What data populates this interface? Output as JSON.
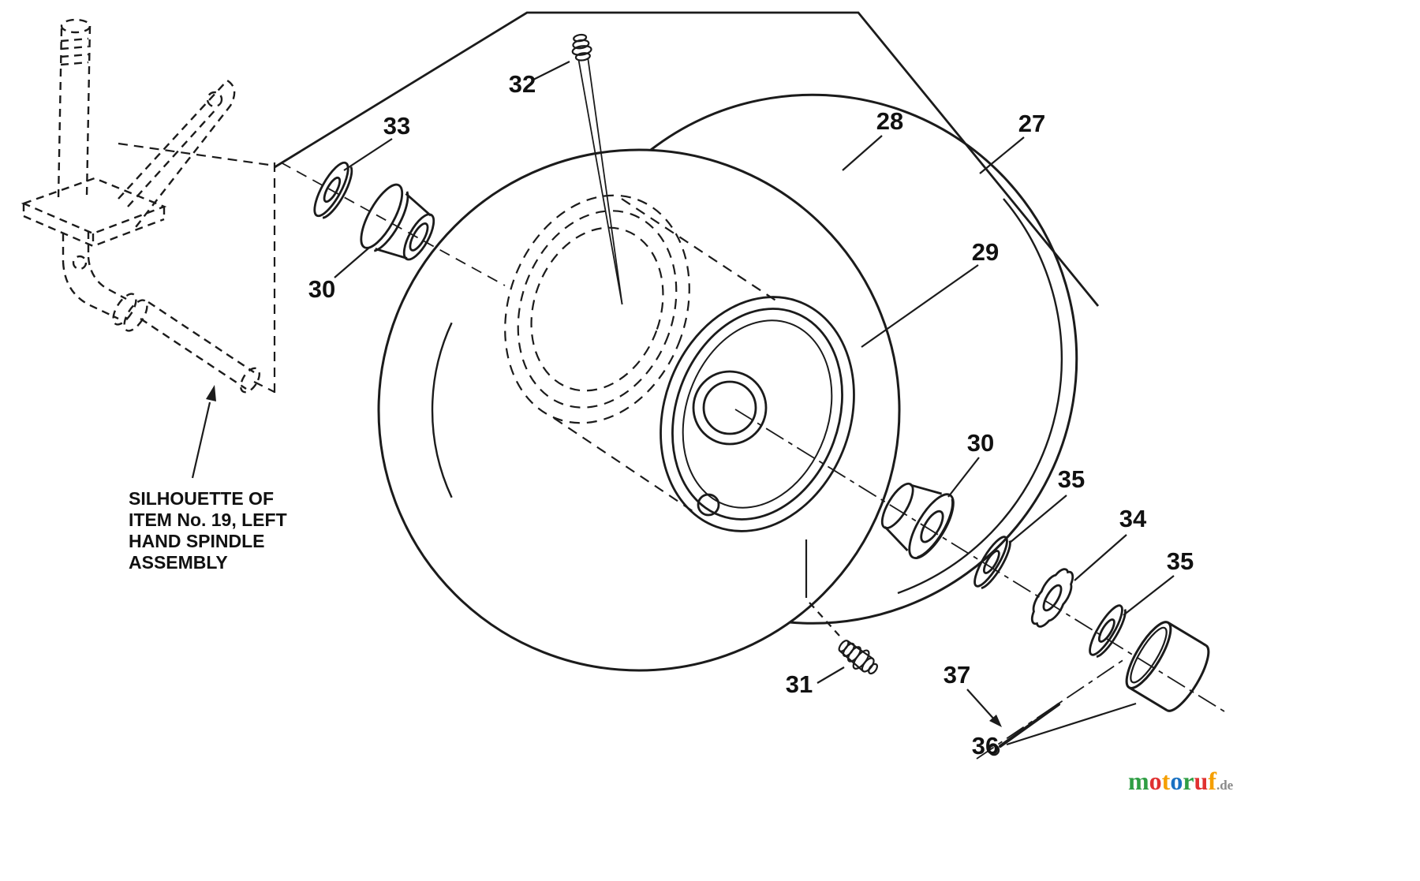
{
  "diagram": {
    "kind": "exploded-parts-diagram",
    "background_color": "#ffffff",
    "ink_color": "#1b1b1b"
  },
  "callouts": {
    "c27": "27",
    "c28": "28",
    "c29": "29",
    "c30": "30",
    "c31": "31",
    "c32": "32",
    "c33": "33",
    "c34": "34",
    "c35": "35",
    "c36": "36",
    "c37": "37"
  },
  "note": {
    "lines": [
      "SILHOUETTE OF",
      "ITEM No. 19, LEFT",
      "HAND SPINDLE",
      "ASSEMBLY"
    ]
  },
  "watermark": {
    "letters": [
      {
        "ch": "m",
        "color": "#2f9e44"
      },
      {
        "ch": "o",
        "color": "#e03131"
      },
      {
        "ch": "t",
        "color": "#f59f00"
      },
      {
        "ch": "o",
        "color": "#1971c2"
      },
      {
        "ch": "r",
        "color": "#2f9e44"
      },
      {
        "ch": "u",
        "color": "#e03131"
      },
      {
        "ch": "f",
        "color": "#f59f00"
      }
    ],
    "suffix": {
      "text": ".de",
      "color": "#8a8a8a"
    }
  }
}
